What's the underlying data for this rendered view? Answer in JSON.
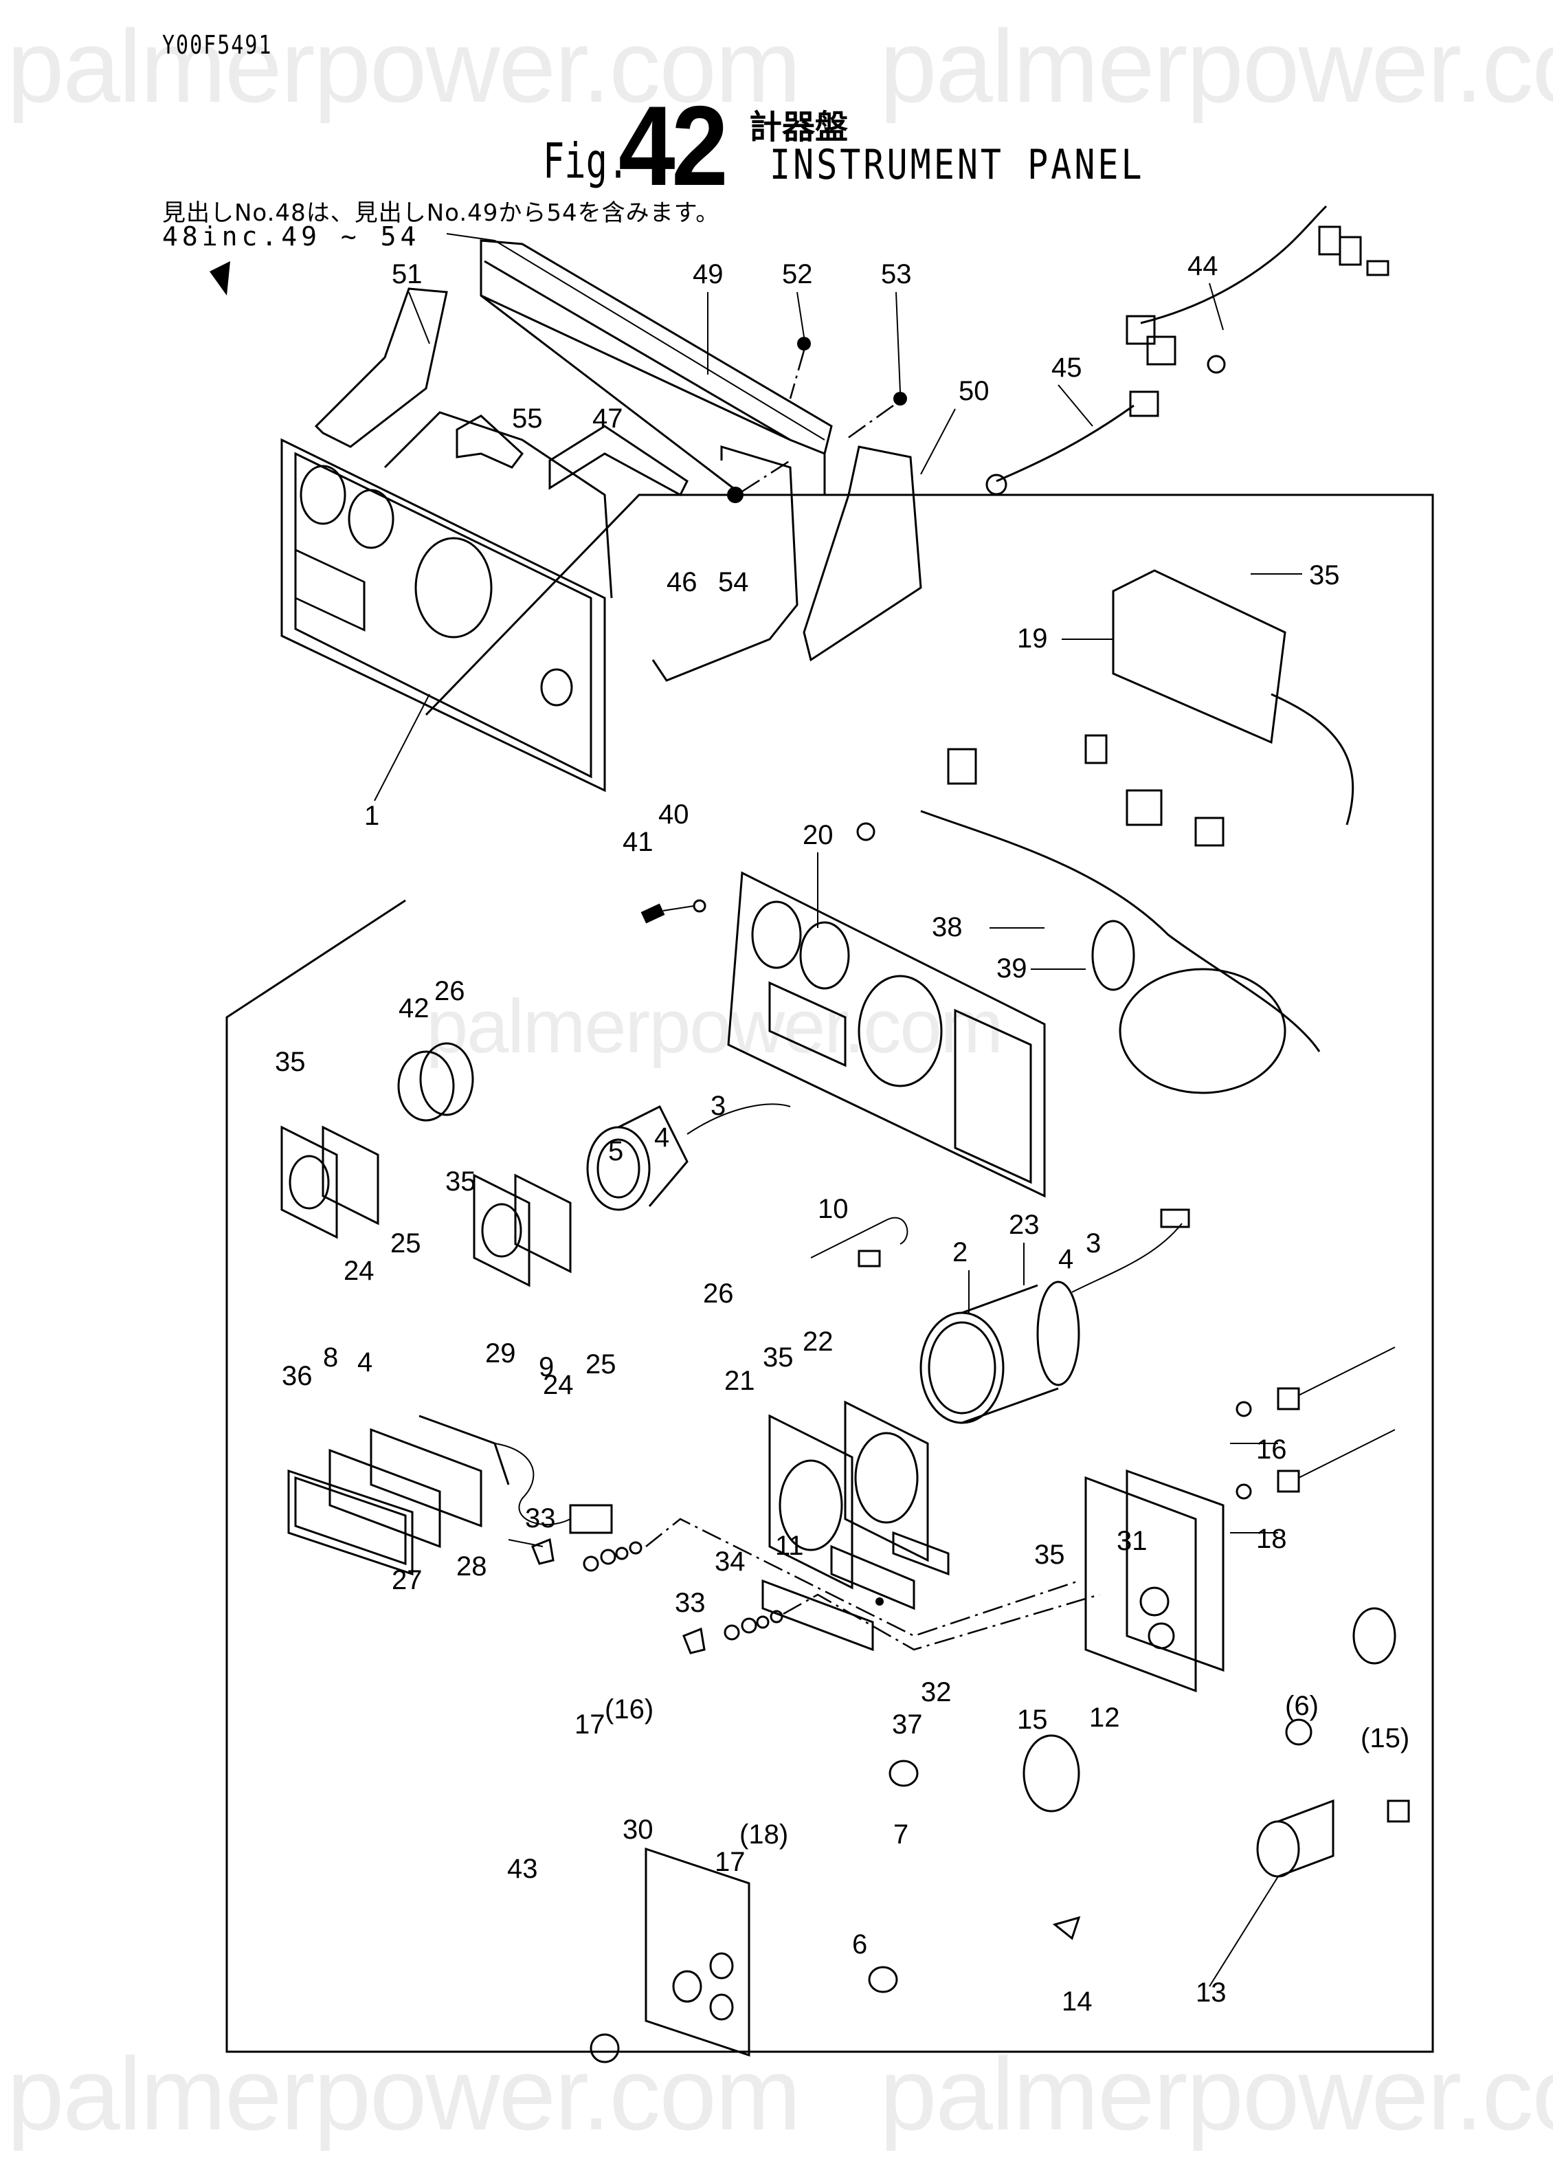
{
  "document": {
    "doc_id": "Y00F5491",
    "fig_prefix": "Fig.",
    "fig_number": "42",
    "title_jp": "計器盤",
    "title_en": "INSTRUMENT PANEL",
    "note_jp": "見出しNo.48は、見出しNo.49から54を含みます。",
    "note_en": "48inc.49 ~ 54"
  },
  "watermark": {
    "text": "palmerpower.com",
    "color": "#ececec"
  },
  "callouts": {
    "c1": "1",
    "c2": "2",
    "c3a": "3",
    "c3b": "3",
    "c4a": "4",
    "c4b": "4",
    "c4c": "4",
    "c5": "5",
    "c6": "6",
    "c6p": "(6)",
    "c7": "7",
    "c8": "8",
    "c9": "9",
    "c10": "10",
    "c11": "11",
    "c12": "12",
    "c13": "13",
    "c14": "14",
    "c15": "15",
    "c15p": "(15)",
    "c16": "16",
    "c16p": "(16)",
    "c17a": "17",
    "c17b": "17",
    "c18": "18",
    "c18p": "(18)",
    "c19": "19",
    "c20": "20",
    "c21": "21",
    "c22": "22",
    "c23": "23",
    "c24a": "24",
    "c24b": "24",
    "c25a": "25",
    "c25b": "25",
    "c26a": "26",
    "c26b": "26",
    "c27": "27",
    "c28": "28",
    "c29": "29",
    "c30": "30",
    "c31": "31",
    "c32": "32",
    "c33a": "33",
    "c33b": "33",
    "c34": "34",
    "c35a": "35",
    "c35b": "35",
    "c35c": "35",
    "c35d": "35",
    "c35e": "35",
    "c36": "36",
    "c37": "37",
    "c38": "38",
    "c39": "39",
    "c40": "40",
    "c41": "41",
    "c42": "42",
    "c43": "43",
    "c44": "44",
    "c45": "45",
    "c46": "46",
    "c47": "47",
    "c49": "49",
    "c50": "50",
    "c51": "51",
    "c52": "52",
    "c53": "53",
    "c54": "54",
    "c55": "55"
  }
}
